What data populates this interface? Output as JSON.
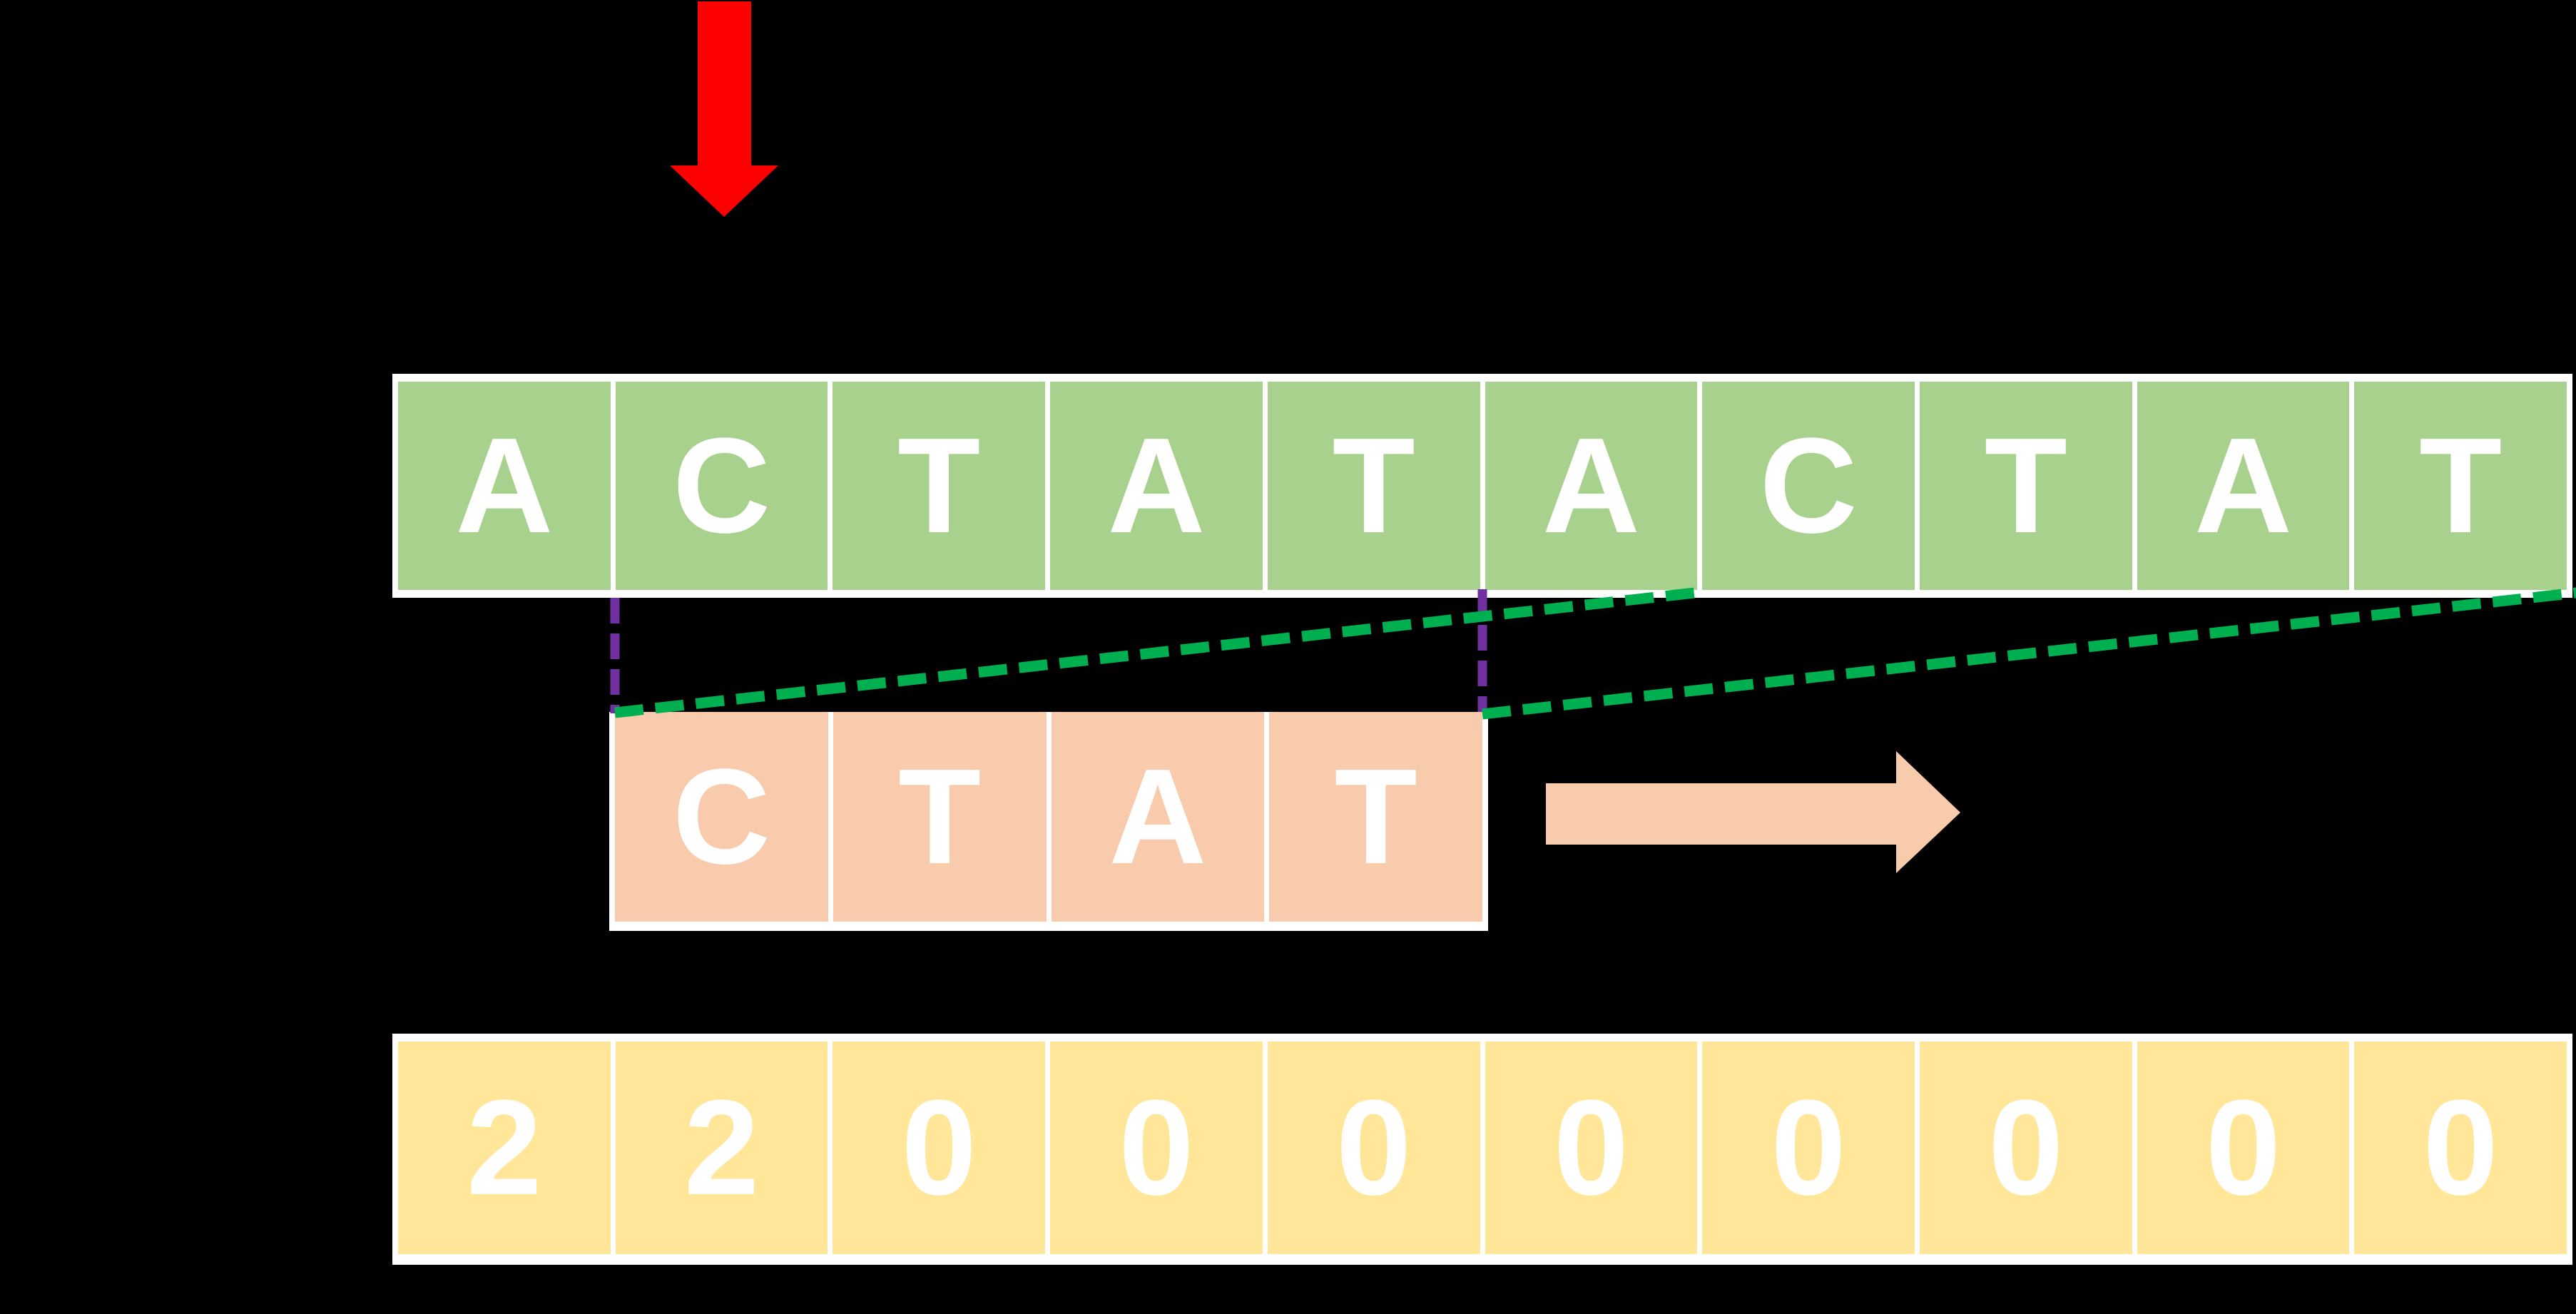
{
  "colors": {
    "background": "#000000",
    "cell_border": "#FFFFFF",
    "cell_text": "#FFFFFF",
    "text_row_fill": "#A9D18E",
    "pattern_row_fill": "#F8CBAD",
    "counts_row_fill": "#FFE699",
    "position_arrow": "#FF0000",
    "shift_arrow": "#F8CBAD",
    "boundary_dash": "#7030A0",
    "shift_guide_dash": "#00B050"
  },
  "text_row": {
    "cells": [
      "A",
      "C",
      "T",
      "A",
      "T",
      "A",
      "C",
      "T",
      "A",
      "T"
    ]
  },
  "pattern_row": {
    "cells": [
      "C",
      "T",
      "A",
      "T"
    ]
  },
  "counts_row": {
    "cells": [
      "2",
      "2",
      "0",
      "0",
      "0",
      "0",
      "0",
      "0",
      "0",
      "0"
    ]
  },
  "icons": {
    "position_arrow": "red-down-arrow",
    "shift_arrow": "pink-right-arrow",
    "left_boundary": "purple-dashed-line",
    "right_boundary": "purple-dashed-line",
    "shift_guide_left": "green-dashed-line",
    "shift_guide_right": "green-dashed-line"
  }
}
